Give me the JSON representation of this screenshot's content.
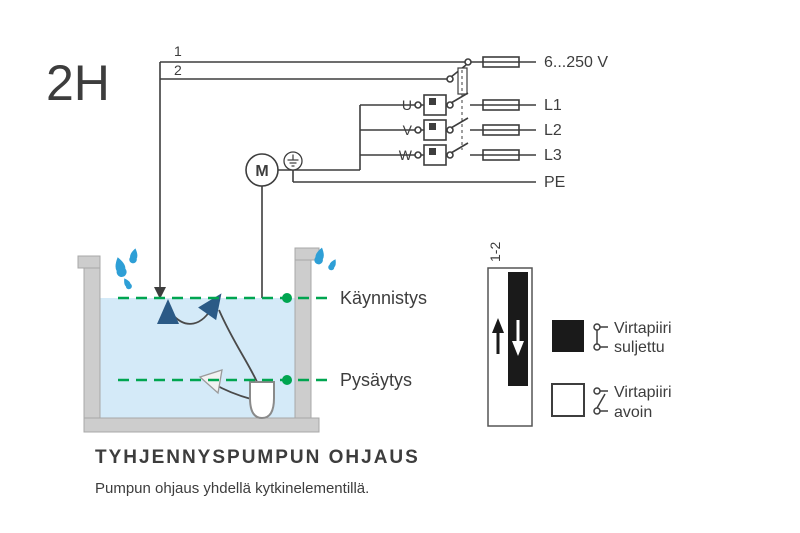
{
  "page": {
    "figure_id": "2H",
    "title": "TYHJENNYSPUMPUN OHJAUS",
    "subtitle": "Pumpun ohjaus yhdellä kytkinelementillä."
  },
  "circuit": {
    "wire_numbers": [
      "1",
      "2"
    ],
    "voltage_label": "6...250 V",
    "phase_terminals": [
      "U",
      "V",
      "W"
    ],
    "line_labels": [
      "L1",
      "L2",
      "L3",
      "PE"
    ],
    "motor_label": "M"
  },
  "tank": {
    "start_level_label": "Käynnistys",
    "stop_level_label": "Pysäytys"
  },
  "switch_element": {
    "position_label": "1-2",
    "legend": [
      {
        "state": "closed",
        "line1": "Virtapiiri",
        "line2": "suljettu"
      },
      {
        "state": "open",
        "line1": "Virtapiiri",
        "line2": "avoin"
      }
    ]
  },
  "colors": {
    "accent_blue": "#1f5fa8",
    "level_green": "#00a550",
    "water_blue": "#d4eaf8",
    "line_color": "#3d3d3d",
    "float_navy": "#2b5a86",
    "droplet_blue": "#2e9fd6"
  }
}
